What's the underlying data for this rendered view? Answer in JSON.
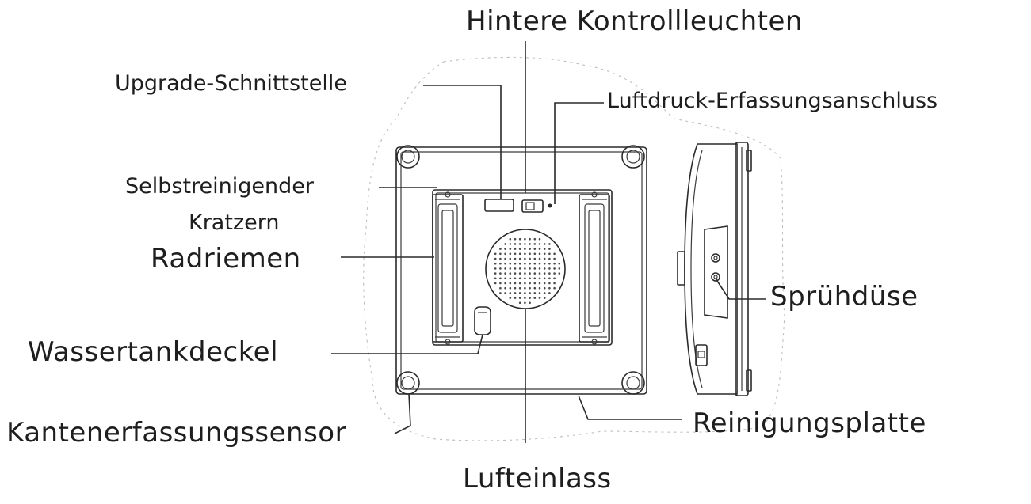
{
  "labels": {
    "rear_indicator_lights": "Hintere   Kontrollleuchten",
    "upgrade_interface": "Upgrade-Schnittstelle",
    "air_pressure_port": "Luftdruck-Erfassungsanschluss",
    "self_cleaning_scraper_line1": "Selbstreinigender",
    "self_cleaning_scraper_line2": "Kratzern",
    "wheel_belt": "Radriemen",
    "water_tank_cap": "Wassertankdeckel",
    "edge_sensor": "Kantenerfassungssensor",
    "cleaning_plate": "Reinigungsplatte",
    "air_inlet": "Lufteinlass",
    "spray_nozzle": "Sprühdüse"
  },
  "colors": {
    "line": "#2a2a2a",
    "text": "#1e1e1e",
    "background": "#ffffff"
  }
}
